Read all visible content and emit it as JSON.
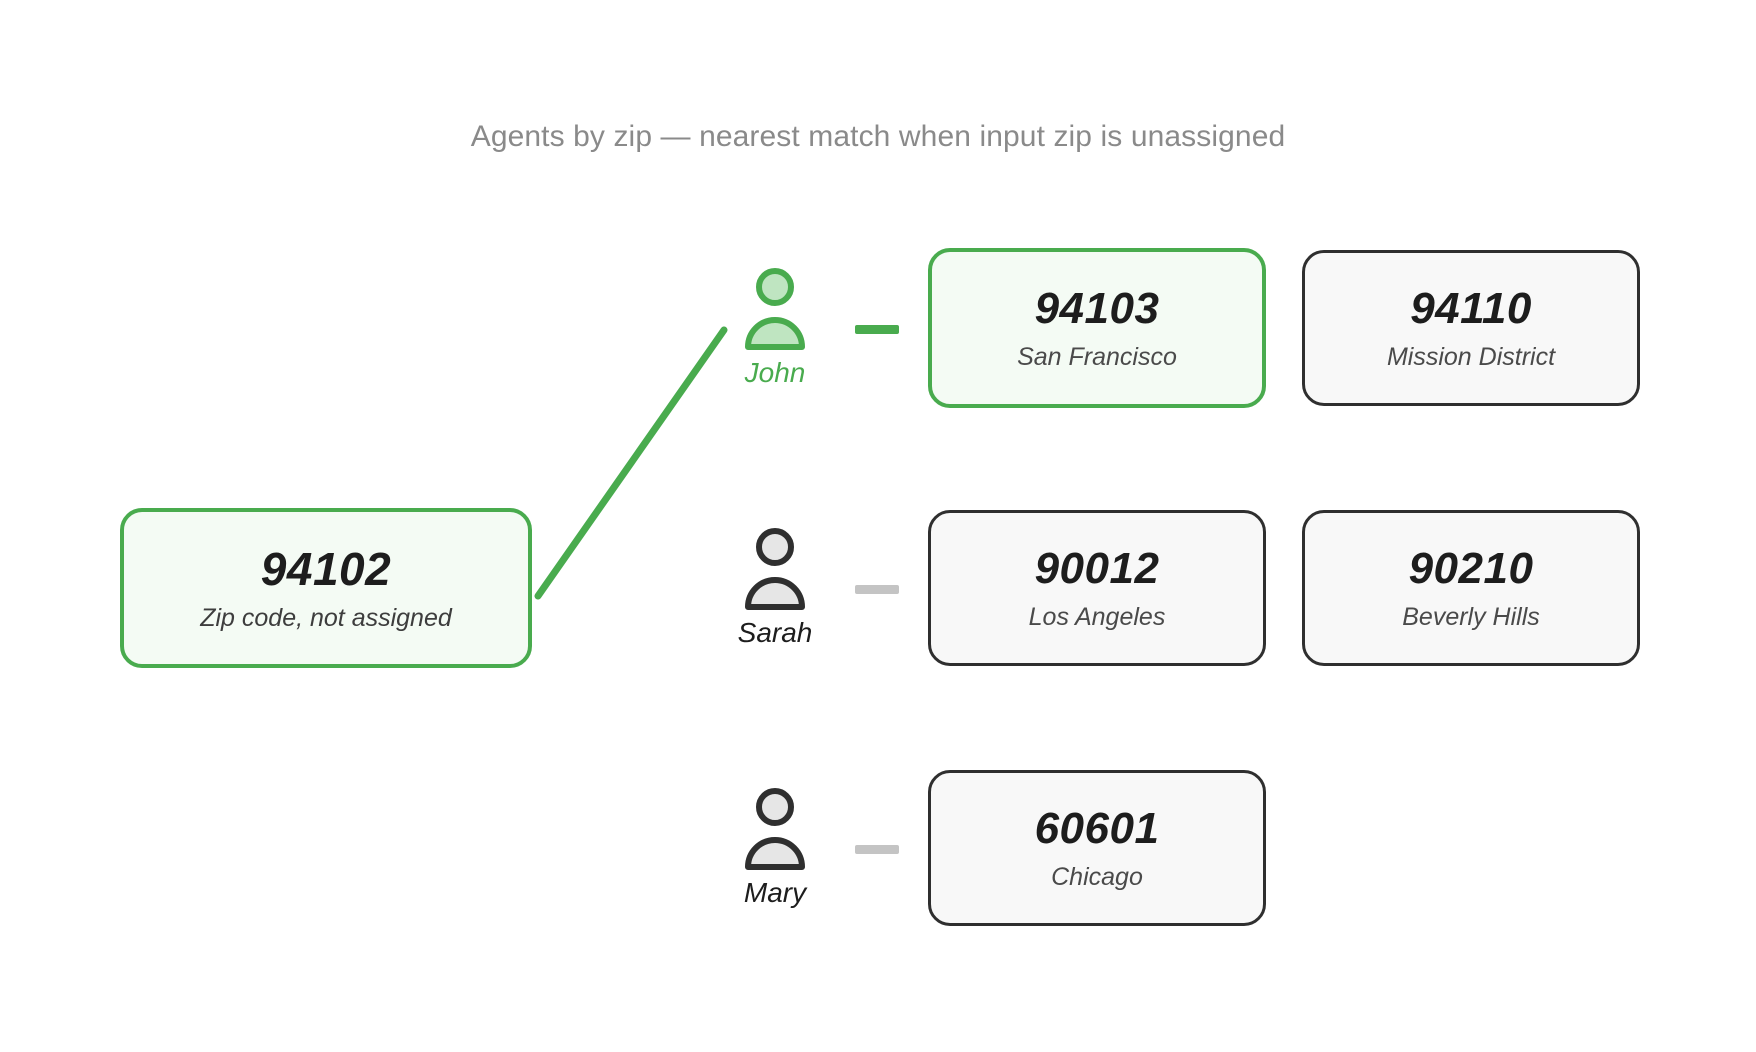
{
  "title": "Agents by zip — nearest match when input zip is unassigned",
  "colors": {
    "accent_green": "#49ab4e",
    "accent_green_fill": "#f4fbf4",
    "card_border": "#2f2f2f",
    "card_fill": "#f8f8f8",
    "title_text": "#8a8a8a",
    "dash_gray": "#c4c4c4"
  },
  "input_card": {
    "zip": "94102",
    "sub": "Zip code, not assigned",
    "highlighted": true
  },
  "agents": [
    {
      "name": "John",
      "highlighted": true,
      "connector": "green",
      "zips": [
        {
          "zip": "94103",
          "sub": "San Francisco",
          "highlighted": true
        },
        {
          "zip": "94110",
          "sub": "Mission District",
          "highlighted": false
        }
      ]
    },
    {
      "name": "Sarah",
      "highlighted": false,
      "connector": "gray",
      "zips": [
        {
          "zip": "90012",
          "sub": "Los Angeles",
          "highlighted": false
        },
        {
          "zip": "90210",
          "sub": "Beverly Hills",
          "highlighted": false
        }
      ]
    },
    {
      "name": "Mary",
      "highlighted": false,
      "connector": "gray",
      "zips": [
        {
          "zip": "60601",
          "sub": "Chicago",
          "highlighted": false
        }
      ]
    }
  ],
  "match_link": {
    "from": "94102",
    "to": "John",
    "color": "#49ab4e"
  }
}
